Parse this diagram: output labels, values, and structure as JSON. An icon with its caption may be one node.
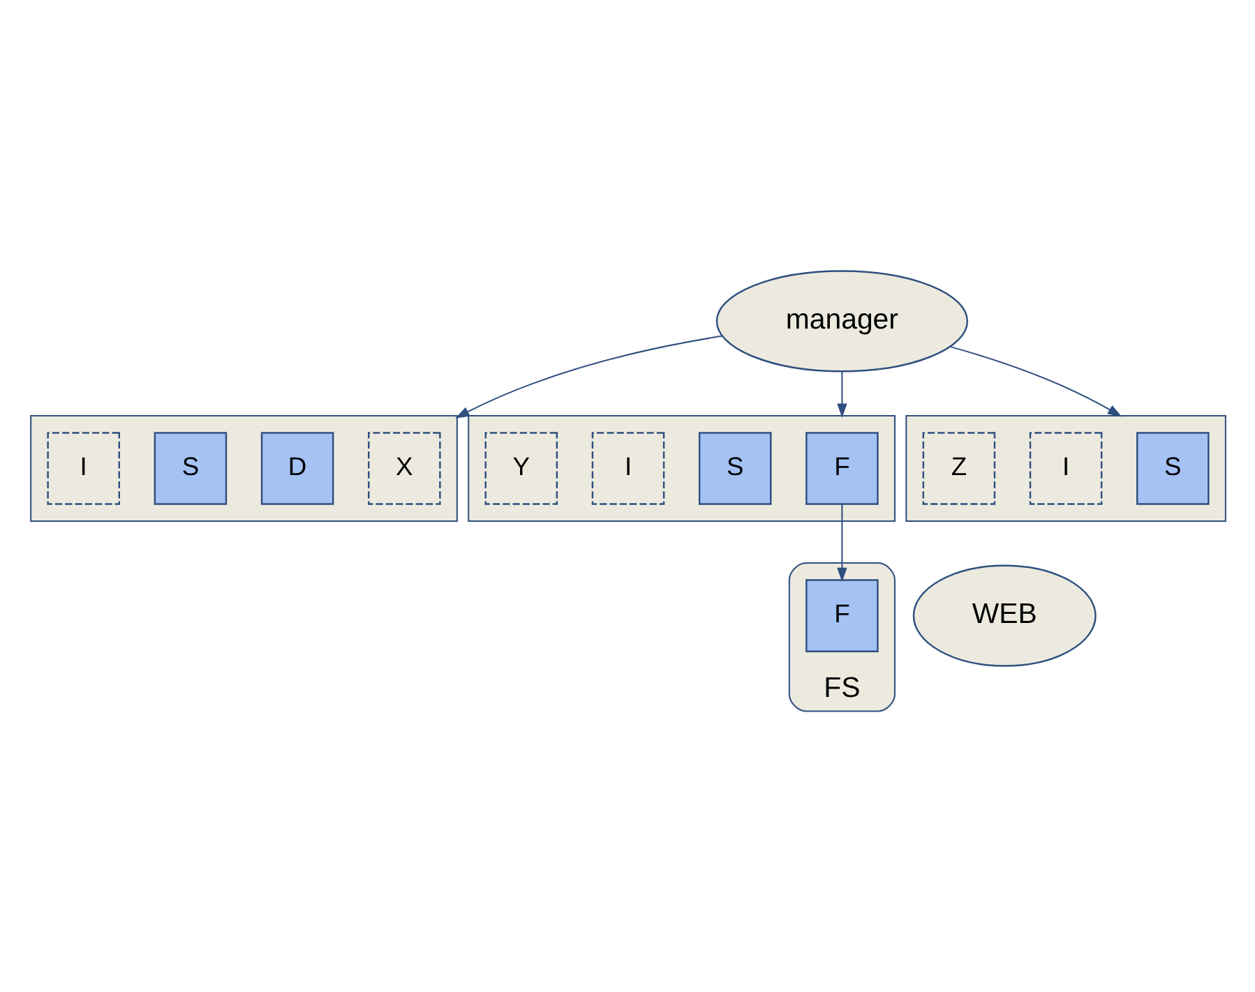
{
  "diagram": {
    "nodes": [
      {
        "text": [
          "manager"
        ]
      },
      {
        "text": [],
        "shape": "box"
      },
      {
        "text": [
          "X"
        ],
        "in": 1
      },
      {
        "text": [
          "D"
        ],
        "in": 1
      },
      {
        "text": [
          "S"
        ],
        "in": 1
      },
      {
        "text": [
          "I"
        ],
        "in": 1
      },
      {
        "text": [],
        "shape": "box"
      },
      {
        "text": [
          "F"
        ],
        "in": 6
      },
      {
        "text": [
          "S"
        ],
        "in": 6
      },
      {
        "text": [
          "I"
        ],
        "in": 6
      },
      {
        "text": [
          "Y"
        ],
        "in": 6
      },
      {
        "text": [],
        "shape": "box"
      },
      {
        "text": [
          "S"
        ],
        "in": 11
      },
      {
        "text": [
          "I"
        ],
        "in": 11
      },
      {
        "text": [
          "Z"
        ],
        "in": 11
      },
      {
        "text": [
          "WEB"
        ]
      },
      {
        "text": [
          "FS"
        ]
      },
      {
        "text": [
          "F"
        ],
        "in": 16
      }
    ],
    "edges": [
      {
        "from": 0,
        "to": 1,
        "arrow": "to"
      },
      {
        "from": 0,
        "to": 6,
        "arrow": "to"
      },
      {
        "from": 0,
        "to": 11,
        "arrow": "to"
      },
      {
        "from": 7,
        "to": 17,
        "arrow": "to"
      }
    ]
  }
}
